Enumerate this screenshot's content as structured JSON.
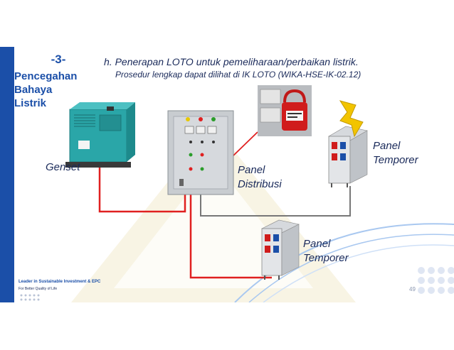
{
  "section": {
    "number": "-3-",
    "title_lines": [
      "Pencegahan",
      "Bahaya",
      "Listrik"
    ]
  },
  "heading": "h.  Penerapan LOTO untuk pemeliharaan/perbaikan listrik.",
  "subheading": "Prosedur lengkap dapat dilihat di IK LOTO (WIKA-HSE-IK-02.12)",
  "labels": {
    "genset": "Genset",
    "panel_distribusi": [
      "Panel",
      "Distribusi"
    ],
    "panel_temporer_top": [
      "Panel",
      "Temporer"
    ],
    "panel_temporer_bottom": [
      "Panel",
      "Temporer"
    ]
  },
  "footer": {
    "tagline": "Leader in Sustainable Investment & EPC",
    "subline": "For Better Quality of Life",
    "page_number": "49"
  },
  "colors": {
    "primary": "#1b4fa8",
    "wire_red": "#e02020",
    "wire_gray": "#777777",
    "genset": "#2aa6a8",
    "panel": "#c8ccd0",
    "lightning": "#f2c400"
  },
  "icons": [
    "genset-illustration",
    "distribution-panel-illustration",
    "loto-padlock-photo",
    "temporary-panel-illustration",
    "lightning-bolt-icon"
  ]
}
